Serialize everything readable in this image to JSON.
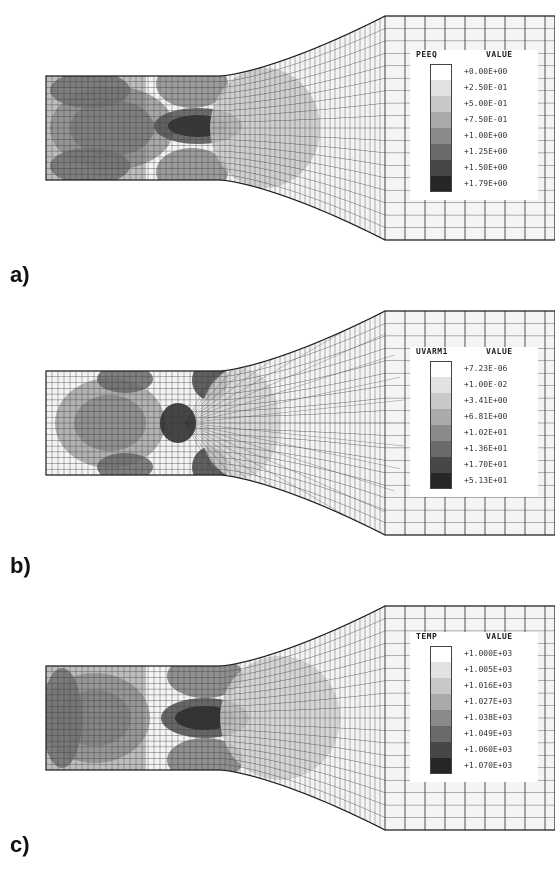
{
  "figure": {
    "panels": [
      {
        "label": "a)",
        "legend": {
          "title": "PEEQ",
          "value_heading": "VALUE",
          "shades": [
            "#ffffff",
            "#e2e2e2",
            "#c8c8c8",
            "#aaaaaa",
            "#8a8a8a",
            "#6a6a6a",
            "#474747",
            "#262626"
          ],
          "values": [
            "+0.00E+00",
            "+2.50E-01",
            "+5.00E-01",
            "+7.50E-01",
            "+1.00E+00",
            "+1.25E+00",
            "+1.50E+00",
            "+1.79E+00"
          ]
        }
      },
      {
        "label": "b)",
        "legend": {
          "title": "UVARM1",
          "value_heading": "VALUE",
          "shades": [
            "#ffffff",
            "#e2e2e2",
            "#c8c8c8",
            "#aaaaaa",
            "#8a8a8a",
            "#6a6a6a",
            "#474747",
            "#262626"
          ],
          "values": [
            "+7.23E-06",
            "+1.00E-02",
            "+3.41E+00",
            "+6.81E+00",
            "+1.02E+01",
            "+1.36E+01",
            "+1.70E+01",
            "+5.13E+01"
          ]
        }
      },
      {
        "label": "c)",
        "legend": {
          "title": "TEMP",
          "value_heading": "VALUE",
          "shades": [
            "#ffffff",
            "#e2e2e2",
            "#c8c8c8",
            "#aaaaaa",
            "#8a8a8a",
            "#6a6a6a",
            "#474747",
            "#262626"
          ],
          "values": [
            "+1.000E+03",
            "+1.005E+03",
            "+1.016E+03",
            "+1.027E+03",
            "+1.038E+03",
            "+1.049E+03",
            "+1.060E+03",
            "+1.070E+03"
          ]
        }
      }
    ]
  }
}
